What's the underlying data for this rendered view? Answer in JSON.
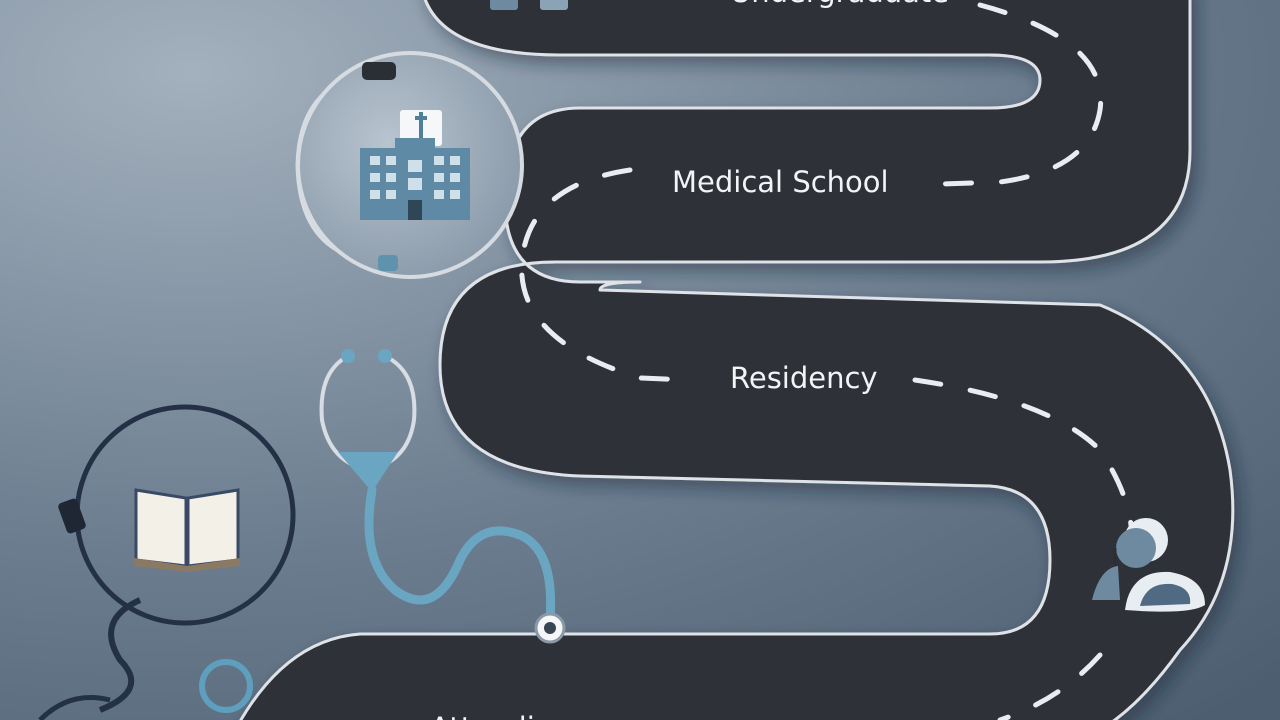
{
  "stages": [
    {
      "id": "undergraduate",
      "label": "Undergraduate"
    },
    {
      "id": "medical-school",
      "label": "Medical School"
    },
    {
      "id": "residency",
      "label": "Residency"
    },
    {
      "id": "attending",
      "label": "Attending"
    }
  ],
  "colors": {
    "background_light": "#9eabb8",
    "background_dark": "#4f6172",
    "road": "#2f3238",
    "road_edge": "#dfe3e8",
    "lane_marking": "#e9edf1",
    "accent_blue": "#5f93ad",
    "stethoscope_teal": "#6aa6c2",
    "stethoscope_navy": "#243046"
  },
  "icons": [
    "hospital-icon",
    "book-icon",
    "stethoscope-icon",
    "doctor-icon"
  ]
}
